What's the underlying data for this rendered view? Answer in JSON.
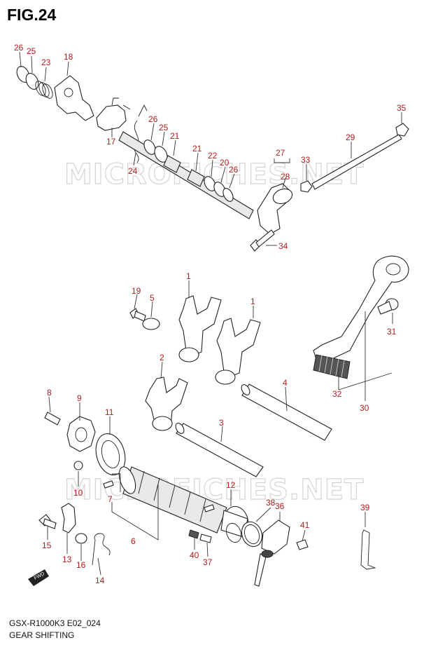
{
  "figure": {
    "title": "FIG.24"
  },
  "footer": {
    "model_code": "GSX-R1000K3 E02_024",
    "caption": "GEAR SHIFTING"
  },
  "watermark": {
    "text": "MICROFICHES.NET"
  },
  "fwd_badge": {
    "text": "FWD"
  },
  "callouts": {
    "c1a": "1",
    "c1b": "1",
    "c2": "2",
    "c3": "3",
    "c4": "4",
    "c5": "5",
    "c6": "6",
    "c7": "7",
    "c8": "8",
    "c9": "9",
    "c10": "10",
    "c11": "11",
    "c12": "12",
    "c13": "13",
    "c14": "14",
    "c15": "15",
    "c16": "16",
    "c17": "17",
    "c18": "18",
    "c19": "19",
    "c20": "20",
    "c21a": "21",
    "c21b": "21",
    "c22": "22",
    "c23": "23",
    "c24": "24",
    "c25a": "25",
    "c25b": "25",
    "c26a": "26",
    "c26b": "26",
    "c26c": "26",
    "c27": "27",
    "c28": "28",
    "c29": "29",
    "c30": "30",
    "c31": "31",
    "c32": "32",
    "c33": "33",
    "c34": "34",
    "c35": "35",
    "c36": "36",
    "c37": "37",
    "c38": "38",
    "c39": "39",
    "c40": "40",
    "c41": "41"
  }
}
